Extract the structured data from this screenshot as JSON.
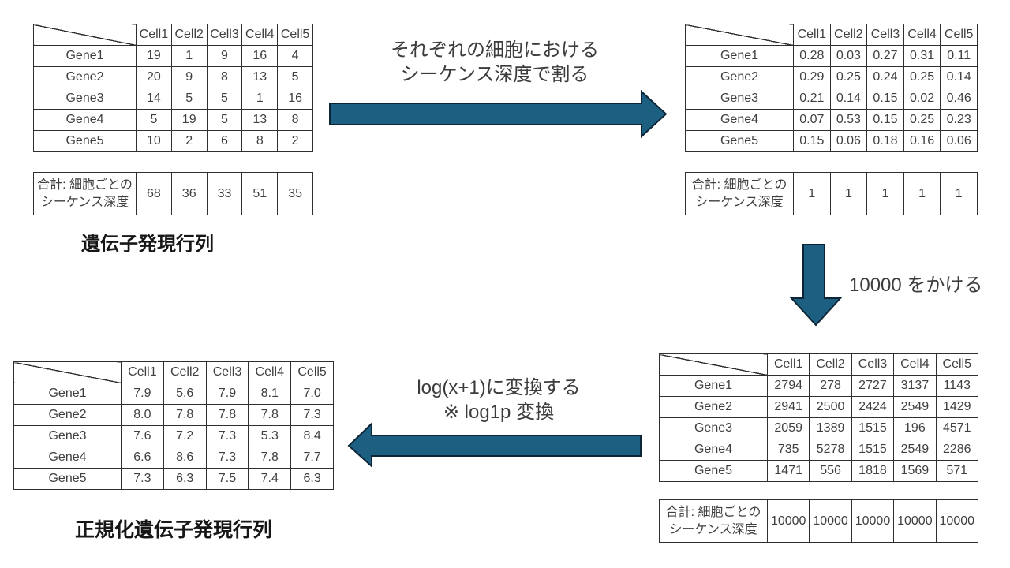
{
  "columns": [
    "Cell1",
    "Cell2",
    "Cell3",
    "Cell4",
    "Cell5"
  ],
  "sum_row_label": {
    "line1": "合計: 細胞ごとの",
    "line2": "シーケンス深度"
  },
  "tables": {
    "raw": {
      "title": "遺伝子発現行列",
      "rows": [
        {
          "label": "Gene1",
          "values": [
            "19",
            "1",
            "9",
            "16",
            "4"
          ]
        },
        {
          "label": "Gene2",
          "values": [
            "20",
            "9",
            "8",
            "13",
            "5"
          ]
        },
        {
          "label": "Gene3",
          "values": [
            "14",
            "5",
            "5",
            "1",
            "16"
          ]
        },
        {
          "label": "Gene4",
          "values": [
            "5",
            "19",
            "5",
            "13",
            "8"
          ]
        },
        {
          "label": "Gene5",
          "values": [
            "10",
            "2",
            "6",
            "8",
            "2"
          ]
        }
      ],
      "sums": [
        "68",
        "36",
        "33",
        "51",
        "35"
      ]
    },
    "normalized": {
      "rows": [
        {
          "label": "Gene1",
          "values": [
            "0.28",
            "0.03",
            "0.27",
            "0.31",
            "0.11"
          ]
        },
        {
          "label": "Gene2",
          "values": [
            "0.29",
            "0.25",
            "0.24",
            "0.25",
            "0.14"
          ]
        },
        {
          "label": "Gene3",
          "values": [
            "0.21",
            "0.14",
            "0.15",
            "0.02",
            "0.46"
          ]
        },
        {
          "label": "Gene4",
          "values": [
            "0.07",
            "0.53",
            "0.15",
            "0.25",
            "0.23"
          ]
        },
        {
          "label": "Gene5",
          "values": [
            "0.15",
            "0.06",
            "0.18",
            "0.16",
            "0.06"
          ]
        }
      ],
      "sums": [
        "1",
        "1",
        "1",
        "1",
        "1"
      ]
    },
    "scaled": {
      "rows": [
        {
          "label": "Gene1",
          "values": [
            "2794",
            "278",
            "2727",
            "3137",
            "1143"
          ]
        },
        {
          "label": "Gene2",
          "values": [
            "2941",
            "2500",
            "2424",
            "2549",
            "1429"
          ]
        },
        {
          "label": "Gene3",
          "values": [
            "2059",
            "1389",
            "1515",
            "196",
            "4571"
          ]
        },
        {
          "label": "Gene4",
          "values": [
            "735",
            "5278",
            "1515",
            "2549",
            "2286"
          ]
        },
        {
          "label": "Gene5",
          "values": [
            "1471",
            "556",
            "1818",
            "1569",
            "571"
          ]
        }
      ],
      "sums": [
        "10000",
        "10000",
        "10000",
        "10000",
        "10000"
      ]
    },
    "log": {
      "title": "正規化遺伝子発現行列",
      "rows": [
        {
          "label": "Gene1",
          "values": [
            "7.9",
            "5.6",
            "7.9",
            "8.1",
            "7.0"
          ]
        },
        {
          "label": "Gene2",
          "values": [
            "8.0",
            "7.8",
            "7.8",
            "7.8",
            "7.3"
          ]
        },
        {
          "label": "Gene3",
          "values": [
            "7.6",
            "7.2",
            "7.3",
            "5.3",
            "8.4"
          ]
        },
        {
          "label": "Gene4",
          "values": [
            "6.6",
            "8.6",
            "7.3",
            "7.8",
            "7.7"
          ]
        },
        {
          "label": "Gene5",
          "values": [
            "7.3",
            "6.3",
            "7.5",
            "7.4",
            "6.3"
          ]
        }
      ]
    }
  },
  "arrows": {
    "divide": {
      "line1": "それぞれの細胞における",
      "line2": "シーケンス深度で割る"
    },
    "multiply": {
      "label": "10000 をかける"
    },
    "log1p": {
      "line1": "log(x+1)に変換する",
      "line2": "※ log1p 変換"
    }
  },
  "colors": {
    "arrow_fill": "#1c5f80",
    "arrow_stroke": "#0d2637"
  }
}
